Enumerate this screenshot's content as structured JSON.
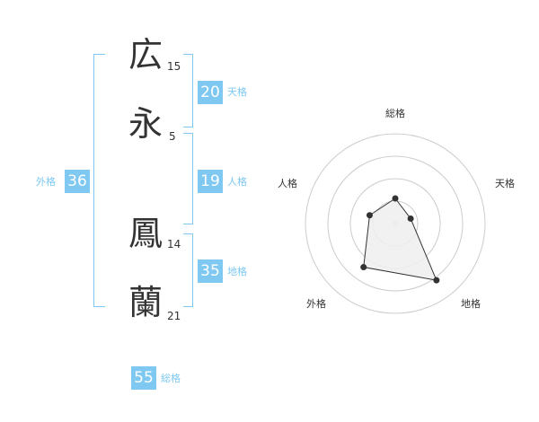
{
  "characters": [
    {
      "char": "広",
      "strokes": "15"
    },
    {
      "char": "永",
      "strokes": "5"
    },
    {
      "char": "鳳",
      "strokes": "14"
    },
    {
      "char": "蘭",
      "strokes": "21"
    }
  ],
  "kaku": {
    "tenkaku": {
      "value": "20",
      "label": "天格"
    },
    "jinkaku": {
      "value": "19",
      "label": "人格"
    },
    "chikaku": {
      "value": "35",
      "label": "地格"
    },
    "gaikaku": {
      "value": "36",
      "label": "外格"
    },
    "soukaku": {
      "value": "55",
      "label": "総格"
    }
  },
  "chart_data": {
    "type": "radar",
    "axes": [
      "総格",
      "天格",
      "地格",
      "外格",
      "人格"
    ],
    "values": [
      1.4,
      0.9,
      3.9,
      3.0,
      1.5
    ],
    "rmax": 5,
    "rings": 4,
    "colors": {
      "fill": "#eeeeee",
      "stroke": "#333333",
      "grid": "#cccccc"
    }
  }
}
